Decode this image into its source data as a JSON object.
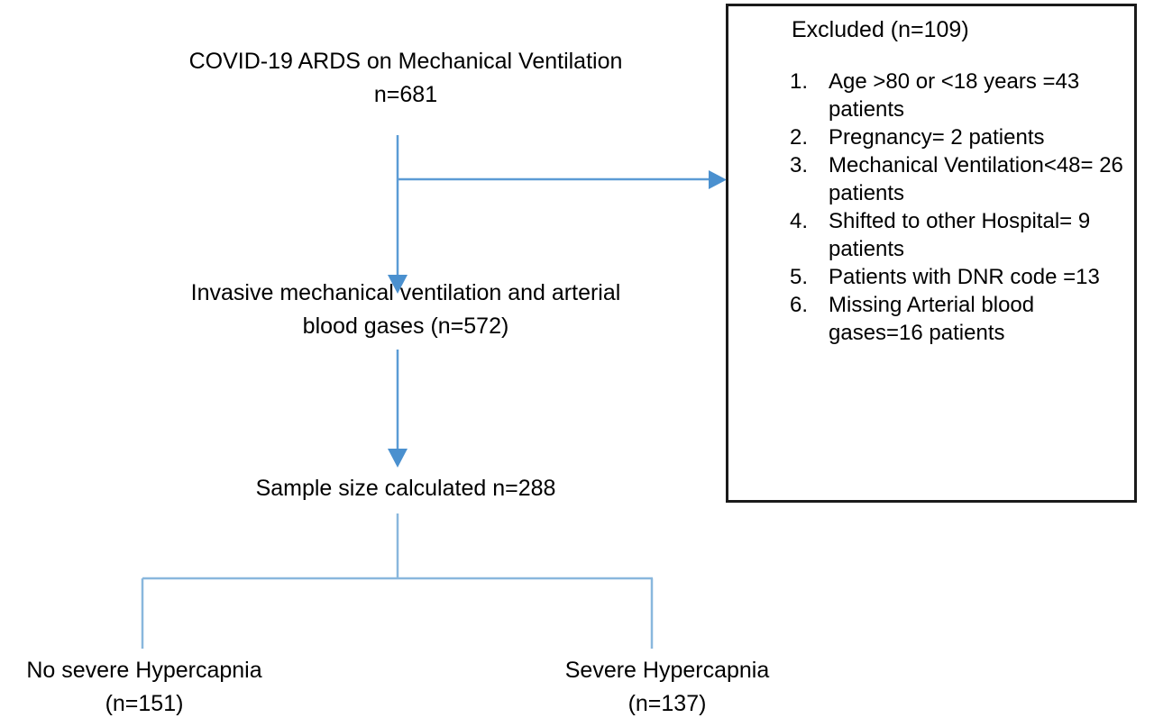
{
  "figure": {
    "type": "flow-diagram",
    "title_node": "COVID-19 ARDS on Mechanical Ventilation\nn=681",
    "background_color": "#ffffff",
    "connector_color": "#5b9bd5",
    "box_border_color": "#1a1a1a",
    "text_color": "#000000"
  },
  "nodes": {
    "enrollment": "COVID-19 ARDS on Mechanical Ventilation\nn=681",
    "eligible": "Invasive mechanical ventilation and arterial\nblood gases (n=572)",
    "sample": "Sample size calculated n=288",
    "outcome_left": "No severe Hypercapnia\n(n=151)",
    "outcome_right": "Severe Hypercapnia\n(n=137)"
  },
  "excluded": {
    "title": "Excluded (n=109)",
    "items": [
      {
        "num": "1.",
        "text": "Age >80 or <18 years =43 patients"
      },
      {
        "num": "2.",
        "text": "Pregnancy= 2 patients"
      },
      {
        "num": "3.",
        "text": "Mechanical Ventilation<48= 26 patients"
      },
      {
        "num": "4.",
        "text": "Shifted to other Hospital= 9 patients"
      },
      {
        "num": "5.",
        "text": "Patients with DNR code =13"
      },
      {
        "num": "6.",
        "text": "Missing Arterial blood gases=16 patients"
      }
    ]
  },
  "chart_data": {
    "type": "flowchart",
    "title": "Patient enrollment flow",
    "stages": [
      {
        "label": "COVID-19 ARDS on Mechanical Ventilation",
        "n": 681
      },
      {
        "label": "Invasive mechanical ventilation and arterial blood gases",
        "n": 572
      },
      {
        "label": "Sample size calculated",
        "n": 288
      }
    ],
    "exclusions": {
      "total": 109,
      "reasons": [
        {
          "reason": "Age >80 or <18 years",
          "n": 43
        },
        {
          "reason": "Pregnancy",
          "n": 2
        },
        {
          "reason": "Mechanical Ventilation<48",
          "n": 26
        },
        {
          "reason": "Shifted to other Hospital",
          "n": 9
        },
        {
          "reason": "Patients with DNR code",
          "n": 13
        },
        {
          "reason": "Missing Arterial blood gases",
          "n": 16
        }
      ]
    },
    "final_groups": [
      {
        "label": "No severe Hypercapnia",
        "n": 151
      },
      {
        "label": "Severe Hypercapnia",
        "n": 137
      }
    ]
  }
}
